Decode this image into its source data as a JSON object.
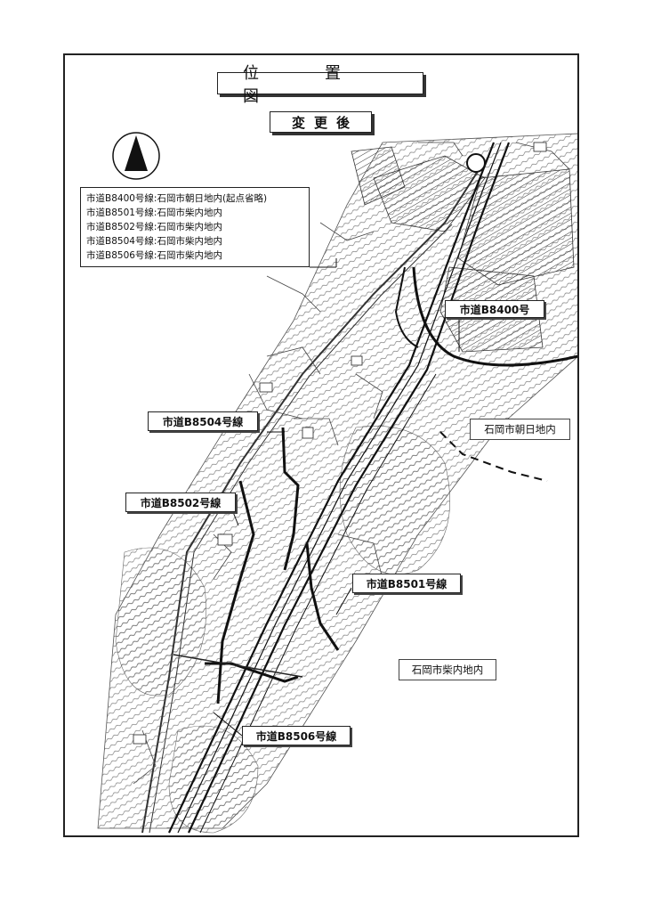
{
  "title": "位　置　図",
  "subtitle": "変更後",
  "compass": "north-arrow-icon",
  "legend_lines": [
    "市道B8400号線:石岡市朝日地内(起点省略)",
    "市道B8501号線:石岡市柴内地内",
    "市道B8502号線:石岡市柴内地内",
    "市道B8504号線:石岡市柴内地内",
    "市道B8506号線:石岡市柴内地内"
  ],
  "road_labels": {
    "b8400": "市道B8400号",
    "b8504": "市道B8504号線",
    "b8502": "市道B8502号線",
    "b8501": "市道B8501号線",
    "b8506": "市道B8506号線"
  },
  "area_labels": {
    "asahi": "石岡市朝日地内",
    "shibauchi": "石岡市柴内地内"
  }
}
